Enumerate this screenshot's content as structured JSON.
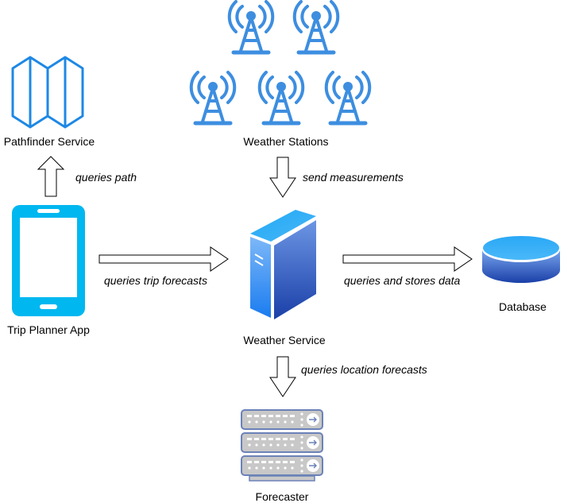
{
  "diagram": {
    "nodes": {
      "pathfinder": {
        "label": "Pathfinder Service",
        "icon": "map-icon"
      },
      "weather_stations": {
        "label": "Weather Stations",
        "icon": "radio-tower-icon",
        "count": 5
      },
      "trip_planner": {
        "label": "Trip Planner App",
        "icon": "smartphone-icon"
      },
      "weather_service": {
        "label": "Weather Service",
        "icon": "server-tower-icon"
      },
      "database": {
        "label": "Database",
        "icon": "database-icon"
      },
      "forecaster": {
        "label": "Forecaster",
        "icon": "server-rack-icon"
      }
    },
    "edges": [
      {
        "from": "Trip Planner App",
        "to": "Pathfinder Service",
        "label": "queries path"
      },
      {
        "from": "Weather Stations",
        "to": "Weather Service",
        "label": "send measurements"
      },
      {
        "from": "Trip Planner App",
        "to": "Weather Service",
        "label": "queries trip forecasts"
      },
      {
        "from": "Weather Service",
        "to": "Database",
        "label": "queries and stores data"
      },
      {
        "from": "Weather Service",
        "to": "Forecaster",
        "label": "queries location forecasts"
      }
    ],
    "colors": {
      "map_stroke": "#1e88e5",
      "tower": "#3d8ee0",
      "phone": "#00b7f0",
      "server_light": "#2a9bf7",
      "server_dark": "#1a3fa8",
      "rack_fill": "#c8c8c8",
      "rack_stroke": "#6b82b8"
    }
  }
}
